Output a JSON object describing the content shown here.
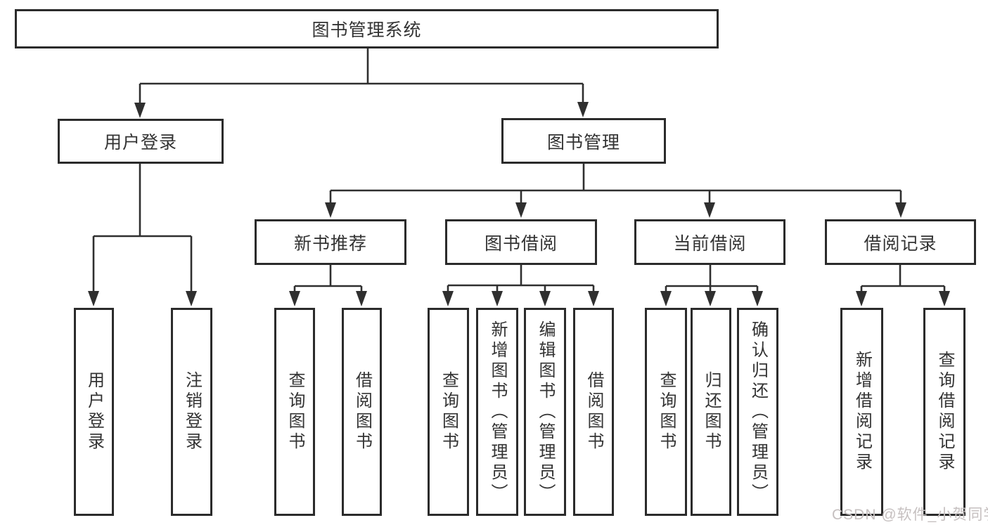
{
  "diagram": {
    "title": "图书管理系统",
    "nodes": {
      "root": "图书管理系统",
      "user_login": "用户登录",
      "book_management": "图书管理",
      "new_books": "新书推荐",
      "book_borrowing": "图书借阅",
      "current_borrowing": "当前借阅",
      "borrowing_records": "借阅记录"
    },
    "leaves": {
      "user_login_leaf": "用户登录",
      "logout": "注销登录",
      "nb_query_books": "查询图书",
      "nb_borrow_books": "借阅图书",
      "bb_query_books": "查询图书",
      "bb_add_books_admin": "新增图书（管理员）",
      "bb_edit_books_admin": "编辑图书（管理员）",
      "bb_borrow_books": "借阅图书",
      "cb_query_books": "查询图书",
      "cb_return_books": "归还图书",
      "cb_confirm_return_admin": "确认归还（管理员）",
      "br_add_record": "新增借阅记录",
      "br_query_record": "查询借阅记录"
    },
    "colors": {
      "line": "#2f2f2f",
      "border": "#2b2b2b",
      "text": "#333333",
      "background": "#ffffff",
      "watermark": "#c6c0c0"
    }
  },
  "watermark": {
    "text": "CSDN @软件_小贺同学"
  }
}
